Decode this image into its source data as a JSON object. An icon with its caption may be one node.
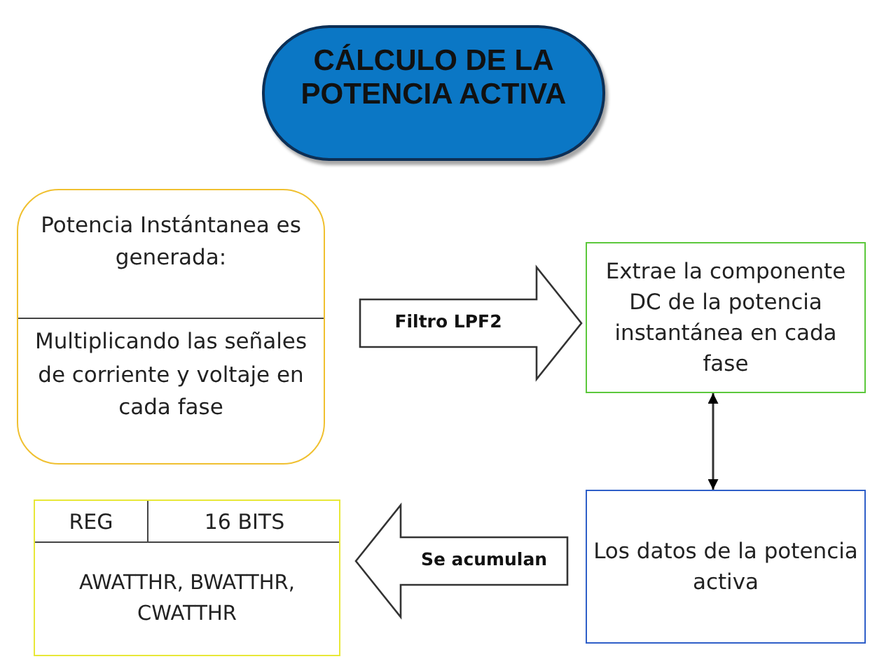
{
  "diagram": {
    "nodes": [
      {
        "text": [
          "CÁLCULO DE LA POTENCIA ACTIVA"
        ]
      },
      {
        "text": [
          "Potencia Instántanea es generada:",
          "Multiplicando las señales de corriente y voltaje en cada fase"
        ]
      },
      {
        "text": [
          "Extrae la componente DC de la potencia instantánea en cada fase"
        ]
      },
      {
        "text": [
          "Los datos de la potencia activa"
        ]
      },
      {
        "text": [
          "REG",
          "16 BITS",
          "AWATTHR, BWATTHR, CWATTHR"
        ]
      }
    ],
    "edges": [
      {
        "from": 1,
        "to": 2,
        "arrow": "to",
        "label": "Filtro LPF2",
        "style": "thick"
      },
      {
        "from": 2,
        "to": 3,
        "arrow": "both"
      },
      {
        "from": 3,
        "to": 4,
        "arrow": "to",
        "label": "Se acumulan",
        "style": "thick"
      }
    ]
  }
}
